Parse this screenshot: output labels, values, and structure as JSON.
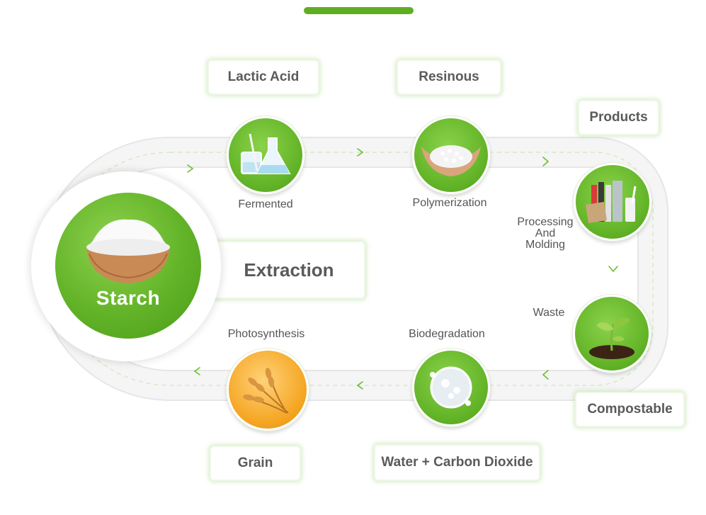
{
  "colors": {
    "accent": "#5fae22",
    "loop_track": "#f3f3f3",
    "loop_border": "#e4e4e4",
    "loop_dash": "#cfe7bd",
    "arrow": "#6cbf2e",
    "box_glow": "#a9d68a",
    "grain_node": "#f5a623"
  },
  "center": {
    "title": "Starch",
    "process_label": "Extraction"
  },
  "boxes": {
    "lactic_acid": "Lactic Acid",
    "resinous": "Resinous",
    "products": "Products",
    "compostable": "Compostable",
    "grain": "Grain",
    "water_co2": "Water + Carbon Dioxide"
  },
  "steps": {
    "fermented": "Fermented",
    "polymerization": "Polymerization",
    "processing": "Processing\nAnd\nMolding",
    "waste": "Waste",
    "biodegradation": "Biodegradation",
    "photosynthesis": "Photosynthesis"
  },
  "icons": {
    "fermented": "lab-glassware-icon",
    "polymerization": "resin-pellets-in-hands-icon",
    "processing": "plastic-products-icon",
    "waste": "seedling-in-soil-icon",
    "biodegradation": "water-drops-icon",
    "photosynthesis": "wheat-grain-icon",
    "starch": "starch-bowl-icon"
  }
}
